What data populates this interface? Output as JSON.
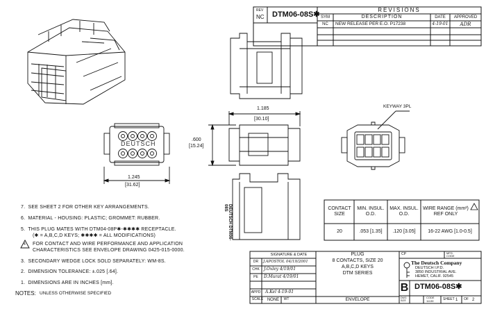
{
  "rev_block": {
    "rev_label": "REV",
    "rev_value": "NC",
    "part_number": "DTM06-08S✱"
  },
  "revisions": {
    "title": "REVISIONS",
    "headers": [
      "SYM",
      "DESCRIPTION",
      "DATE",
      "APPROVED"
    ],
    "rows": [
      {
        "sym": "NC",
        "description": "NEW RELEASE PER E.O. P17238",
        "date": "4-19-01",
        "approved": "ADR"
      }
    ]
  },
  "dimensions": {
    "top_width": "1.185",
    "top_width_mm": "[30.10]",
    "height": ".600",
    "height_mm": "[15.24]",
    "bottom_width": "1.245",
    "bottom_width_mm": "[31.62]",
    "keyway": "KEYWAY 3PL"
  },
  "face_labels": {
    "brand": "DEUTSCH",
    "side_text": "DEUTSCH DTM06-08S"
  },
  "wire_table": {
    "headers": [
      "CONTACT SIZE",
      "MIN. INSUL. O.D.",
      "MAX. INSUL. O.D.",
      "WIRE RANGE (mm²) REF ONLY"
    ],
    "row": [
      "20",
      ".053 [1.35]",
      ".120 [3.05]",
      "16-22 AWG [1.0-0.5]"
    ]
  },
  "notes": [
    {
      "num": "7.",
      "text": "SEE SHEET 2 FOR OTHER KEY ARRANGEMENTS."
    },
    {
      "num": "6.",
      "text": "MATERIAL - HOUSING: PLASTIC; GROMMET: RUBBER."
    },
    {
      "num": "5.",
      "text": "THIS PLUG MATES WITH DTM04-08P✱-✱✱✱✱ RECEPTACLE.",
      "text2": "(✱ = A,B,C,D KEYS; ✱✱✱✱ = ALL MODIFICATIONS)"
    },
    {
      "num": "4",
      "text": "FOR CONTACT AND WIRE PERFORMANCE AND APPLICATION",
      "text2": "CHARACTERISTICS SEE ENVELOPE DRAWING 0425-015-0000."
    },
    {
      "num": "3.",
      "text": "SECONDARY WEDGE LOCK SOLD SEPARATELY: WM-8S."
    },
    {
      "num": "2.",
      "text": "DIMENSION TOLERANCE: ±.025 [.64]."
    },
    {
      "num": "1.",
      "text": "DIMENSIONS ARE IN INCHES [mm]."
    }
  ],
  "notes_footer": {
    "label": "NOTES:",
    "text": "UNLESS OTHERWISE SPECIFIED"
  },
  "title_block": {
    "sig_header": "SIGNATURE & DATE",
    "rows": [
      {
        "label": "DR",
        "sig": "J.APOSTOL  04/19/2001"
      },
      {
        "label": "CHK",
        "sig": "J.Oxley 4/19/01"
      },
      {
        "label": "PE",
        "sig": "D.Murat 4/19/01"
      },
      {
        "label": "APPD",
        "sig": "A.Kel 4-19-01"
      }
    ],
    "scale_label": "SCALE",
    "scale_value": "NONE",
    "wt_label": "WT",
    "desc_lines": [
      "PLUG",
      "8 CONTACTS, SIZE 20",
      "A,B,C,D KEYS",
      "DTM SERIES"
    ],
    "envelope": "ENVELOPE",
    "cp_label": "CP",
    "mfg_label": "MFG. CODE",
    "company": "The Deutsch Company",
    "address_lines": [
      "DEUTSCH I.P.D.",
      "3850 INDUSTRIAL AVE.",
      "HEMET, CALIF. 92545"
    ],
    "size_letter": "B",
    "dwg_label": "DWG SIZE",
    "dwg_number": "DTM06-08S✱",
    "code_label": "CODE",
    "code_value": "11139",
    "sheet_label": "SHEET",
    "sheet_value": "1",
    "of_label": "OF",
    "of_value": "2"
  }
}
